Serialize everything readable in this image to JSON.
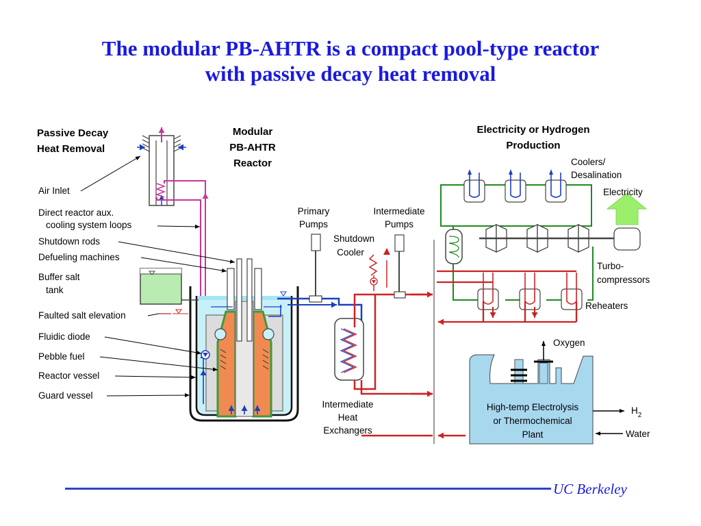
{
  "title": {
    "line1": "The modular PB-AHTR is a compact pool-type reactor",
    "line2": "with passive decay heat removal"
  },
  "headers": {
    "passive": [
      "Passive Decay",
      "Heat Removal"
    ],
    "modular": [
      "Modular",
      "PB-AHTR",
      "Reactor"
    ],
    "production": [
      "Electricity or Hydrogen",
      "Production"
    ]
  },
  "left_labels": {
    "air_inlet": "Air Inlet",
    "direct_aux_1": "Direct reactor aux.",
    "direct_aux_2": "cooling system loops",
    "shutdown_rods": "Shutdown rods",
    "defueling": "Defueling machines",
    "buffer_1": "Buffer salt",
    "buffer_2": "tank",
    "faulted": "Faulted salt elevation",
    "fluidic": "Fluidic diode",
    "pebble": "Pebble fuel",
    "reactor_vessel": "Reactor vessel",
    "guard_vessel": "Guard vessel"
  },
  "mid_labels": {
    "primary_pumps": [
      "Primary",
      "Pumps"
    ],
    "intermediate_pumps": [
      "Intermediate",
      "Pumps"
    ],
    "shutdown_cooler": [
      "Shutdown",
      "Cooler"
    ],
    "ihx": [
      "Intermediate",
      "Heat",
      "Exchangers"
    ]
  },
  "right_labels": {
    "coolers": [
      "Coolers/",
      "Desalination"
    ],
    "electricity": "Electricity",
    "turbo": [
      "Turbo-",
      "compressors"
    ],
    "reheaters": "Reheaters",
    "oxygen": "Oxygen",
    "plant": [
      "High-temp Electrolysis",
      "or Thermochemical",
      "Plant"
    ],
    "h2": "H",
    "h2_sub": "2",
    "water": "Water"
  },
  "footer": {
    "text": "UC Berkeley"
  },
  "colors": {
    "title": "#1a1adf",
    "hot_loop": "#cc2222",
    "cold_loop": "#1c3fbf",
    "power_loop": "#1f8a1f",
    "aux_loop": "#cc3399",
    "salt": "#c8f0f8",
    "fuel": "#f08a50",
    "buffer_salt": "#b8ecb0",
    "plant": "#a8d8ee",
    "footer": "#2b45c6"
  }
}
